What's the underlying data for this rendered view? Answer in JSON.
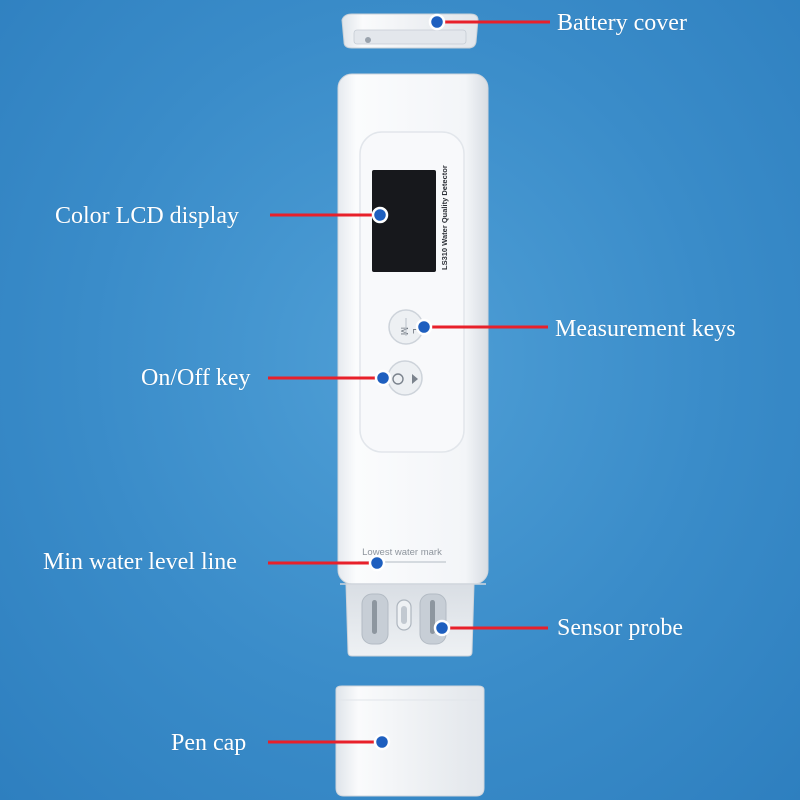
{
  "device": {
    "model_text": "LS310 Water Quality Detector",
    "water_mark_text": "Lowest water mark",
    "key_measure_letters": "M   L"
  },
  "callouts": {
    "battery_cover": "Battery cover",
    "lcd_display": "Color LCD display",
    "measurement_keys": "Measurement keys",
    "on_off_key": "On/Off key",
    "min_water_level": "Min water level line",
    "sensor_probe": "Sensor probe",
    "pen_cap": "Pen cap"
  },
  "colors": {
    "background": "#3a8cc9",
    "leader_line": "#e8202a",
    "marker_dot": "#1e5fbf",
    "device_body": "#f4f6f8",
    "lcd": "#1a1a1f"
  }
}
